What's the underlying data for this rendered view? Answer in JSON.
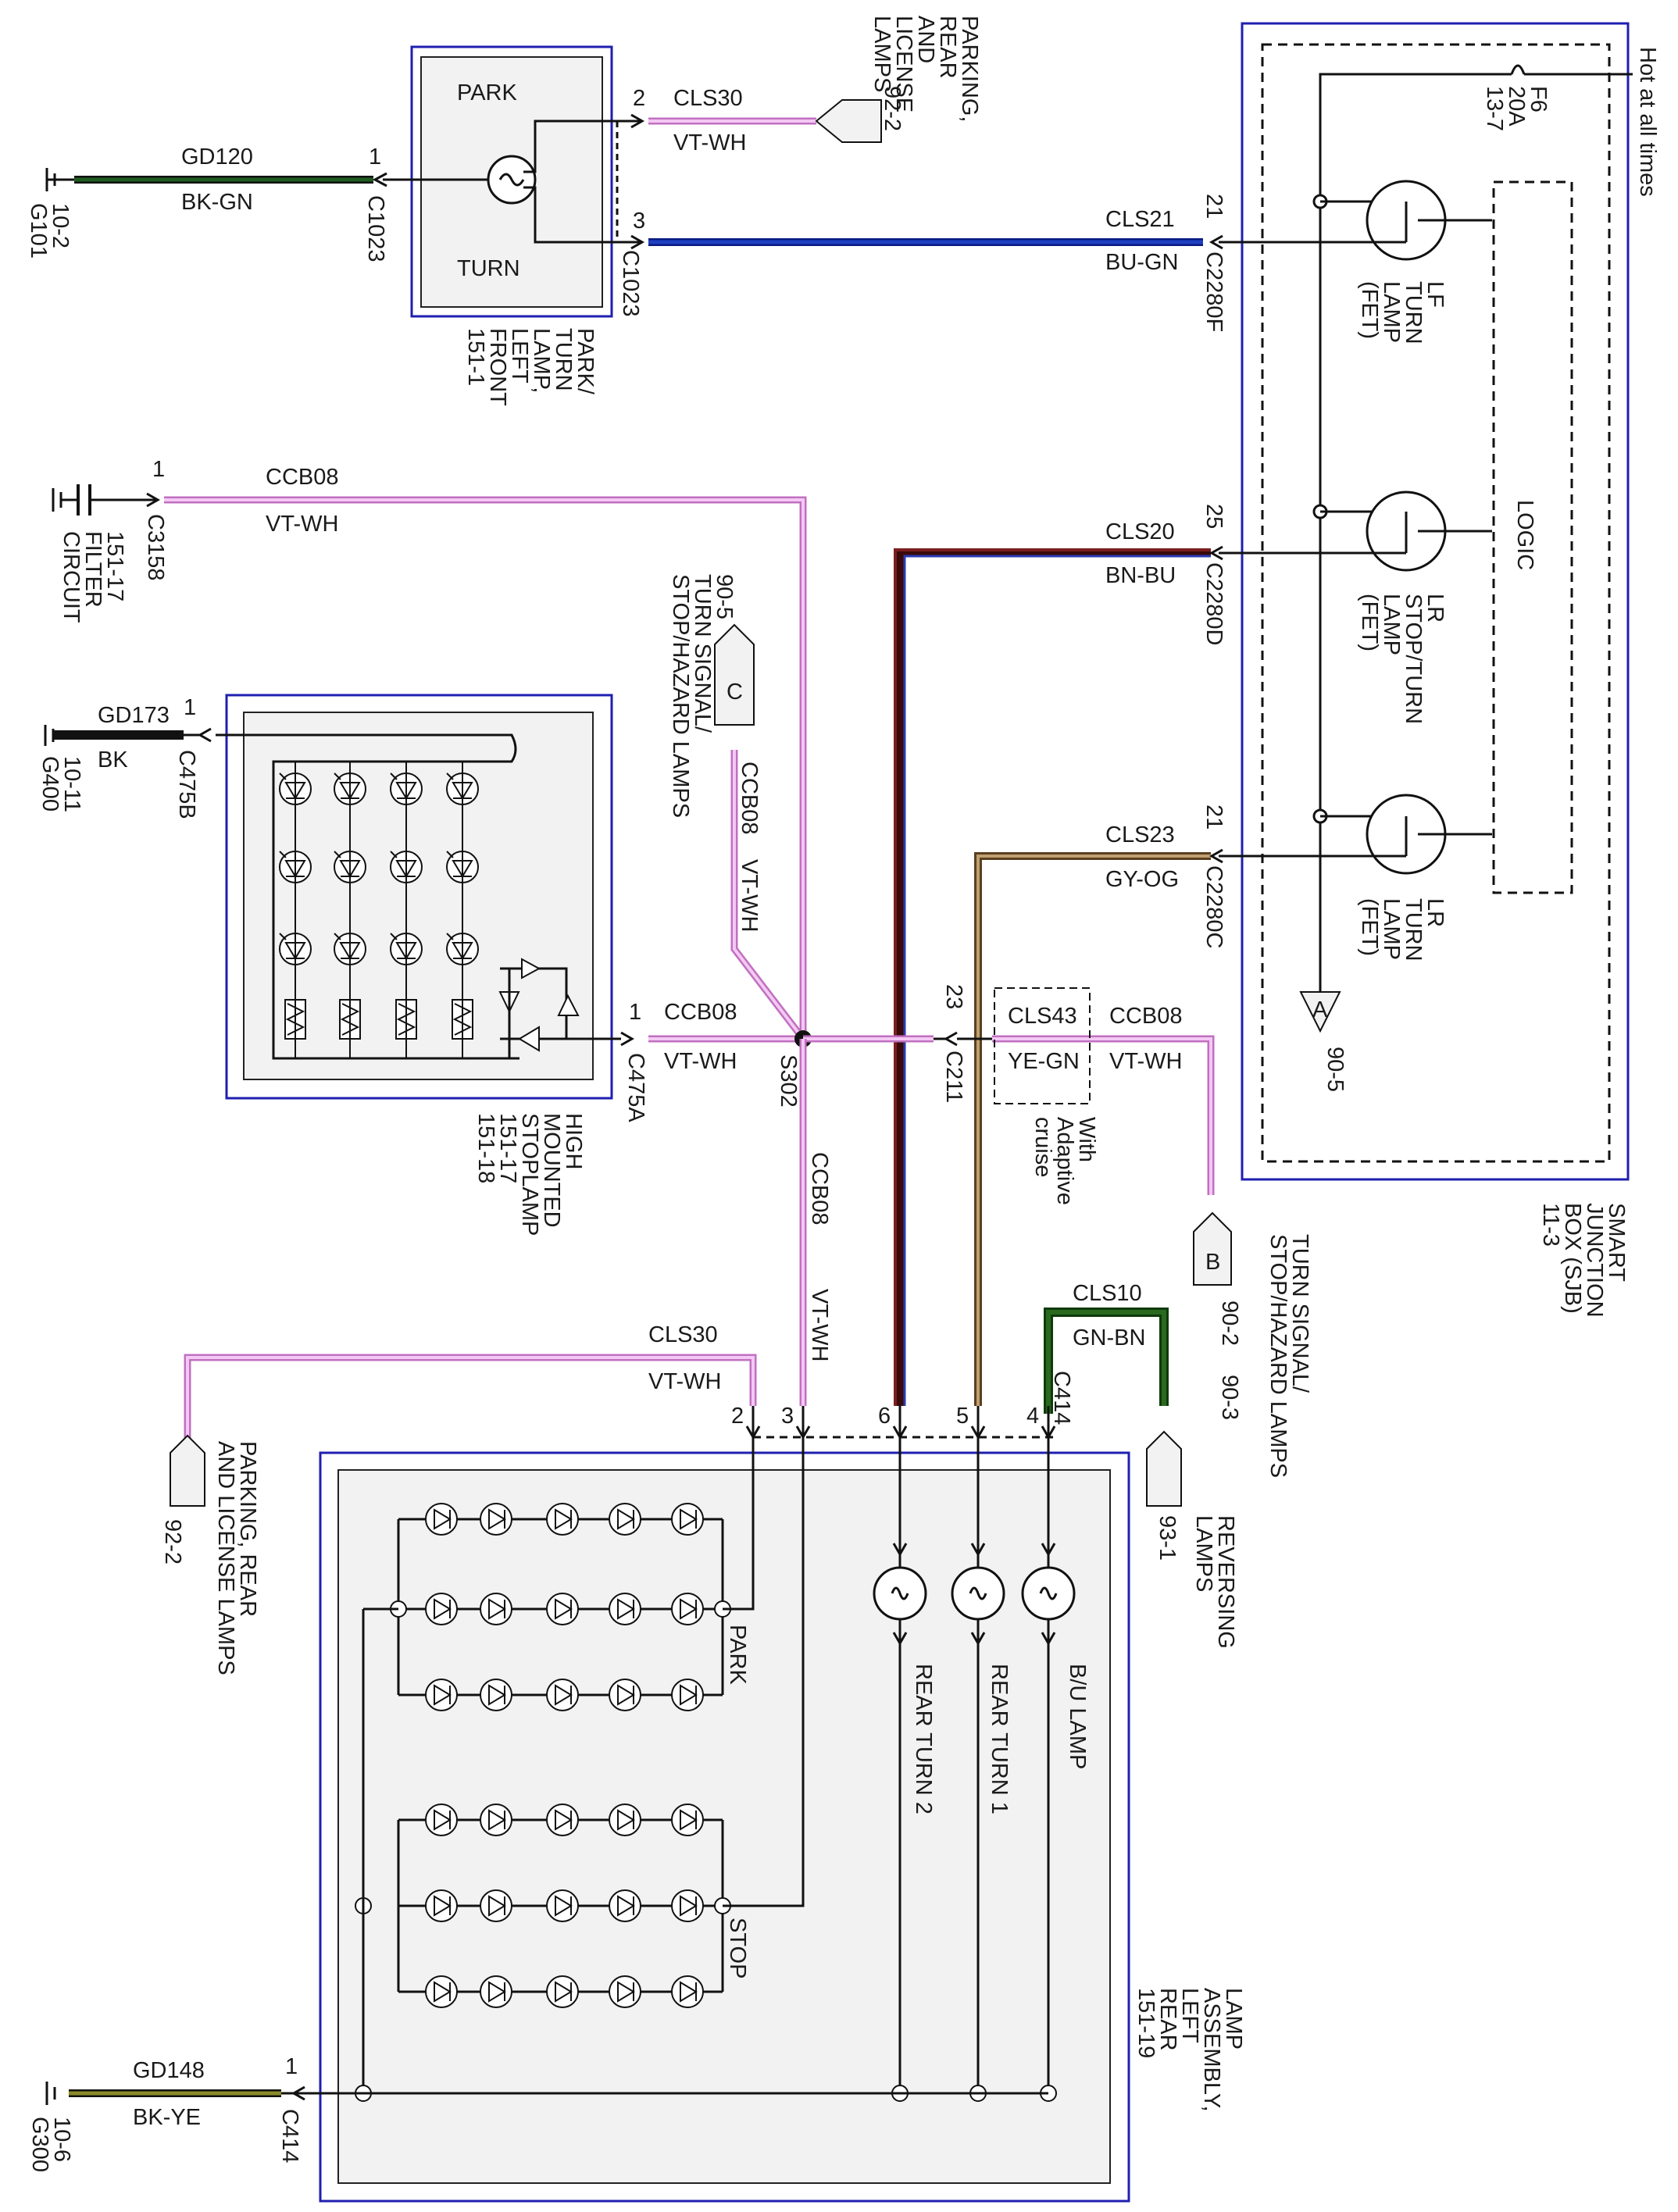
{
  "colors": {
    "vt_wh": "#e8a0e8",
    "bk_gn": "#1f5c1f",
    "bu_gn": "#1f3fc0",
    "bn_bu": "#7a1f1f",
    "gy_og": "#a89060",
    "gn_bn": "#2a6a1f",
    "bk_ye": "#7a7a2a",
    "bk": "#111111",
    "module_border": "#1f1fb0"
  },
  "header": {
    "hot_label": "Hot at all times"
  },
  "park_turn_front": {
    "park": "PARK",
    "turn": "TURN",
    "caption": [
      "PARK/",
      "TURN",
      "LAMP,",
      "LEFT",
      "FRONT",
      "151-1"
    ],
    "pin1": "1",
    "pin2": "2",
    "pin3": "3",
    "connector": "C1023"
  },
  "ground_g101": {
    "id": "G101",
    "ref": "10-2"
  },
  "wire_gd120": {
    "circuit": "GD120",
    "color": "BK-GN",
    "pin": "1",
    "connector": "C1023"
  },
  "wire_cls30_top": {
    "circuit": "CLS30",
    "color": "VT-WH",
    "ref": "92-2",
    "dest": [
      "PARKING,",
      "REAR",
      "AND",
      "LICENSE",
      "LAMPS"
    ]
  },
  "wire_cls21": {
    "circuit": "CLS21",
    "color": "BU-GN",
    "pin": "21",
    "connector": "C2280F"
  },
  "sjb": {
    "fuse": "F6",
    "fuse_amp": "20A",
    "fuse_ref": "13-7",
    "fet1": [
      "LF",
      "TURN",
      "LAMP",
      "(FET)"
    ],
    "fet2": [
      "LR",
      "STOP/TURN",
      "LAMP",
      "(FET)"
    ],
    "fet3": [
      "LR",
      "TURN",
      "LAMP",
      "(FET)"
    ],
    "logic": "LOGIC",
    "ground_a": "A",
    "ground_ref": "90-5",
    "caption": [
      "SMART",
      "JUNCTION",
      "BOX (SJB)",
      "11-3"
    ]
  },
  "circuit_filter": {
    "pin": "1",
    "connector": "C3158",
    "circuit": "CCB08",
    "color": "VT-WH",
    "caption": [
      "CIRCUIT",
      "FILTER",
      "151-17"
    ]
  },
  "wire_cls20": {
    "circuit": "CLS20",
    "color": "BN-BU",
    "pin": "25",
    "connector": "C2280D"
  },
  "turn_signal_c": {
    "ref": "90-5",
    "label": "C",
    "dest": [
      "TURN SIGNAL/",
      "STOP/HAZARD LAMPS"
    ],
    "circuit": "CCB08",
    "color": "VT-WH"
  },
  "ground_g400": {
    "id": "G400",
    "ref": "10-11"
  },
  "wire_gd173": {
    "circuit": "GD173",
    "color": "BK",
    "pin": "1",
    "connector": "C475B"
  },
  "chmsl": {
    "caption": [
      "HIGH",
      "MOUNTED",
      "STOPLAMP",
      "151-17",
      "151-18"
    ],
    "pin": "1",
    "connector": "C475A",
    "circuit": "CCB08",
    "color": "VT-WH"
  },
  "splice": {
    "id": "S302"
  },
  "wire_cls23": {
    "circuit": "CLS23",
    "color": "GY-OG",
    "pin": "21",
    "connector": "C2280C"
  },
  "c211": {
    "pin": "23",
    "connector": "C211",
    "circuit_opt": "CLS43",
    "color_opt": "YE-GN",
    "circuit": "CCB08",
    "color": "VT-WH",
    "note": [
      "With",
      "Adaptive",
      "cruise"
    ]
  },
  "turn_signal_b": {
    "label": "B",
    "ref": "90-2",
    "ref2": "90-3",
    "dest": [
      "TURN SIGNAL/",
      "STOP/HAZARD LAMPS"
    ]
  },
  "vertical_ccb08": {
    "circuit": "CCB08",
    "color": "VT-WH"
  },
  "wire_cls30_bottom": {
    "circuit": "CLS30",
    "color": "VT-WH",
    "ref": "92-2",
    "dest": [
      "PARKING, REAR",
      "AND LICENSE LAMPS"
    ]
  },
  "wire_cls10": {
    "circuit": "CLS10",
    "color": "GN-BN",
    "connector": "C414"
  },
  "reversing": {
    "ref": "93-1",
    "dest": [
      "REVERSING",
      "LAMPS"
    ]
  },
  "rear_lamp": {
    "pins": [
      "2",
      "3",
      "6",
      "5",
      "4"
    ],
    "park": "PARK",
    "stop": "STOP",
    "rear_turn_2": "REAR TURN 2",
    "rear_turn_1": "REAR TURN 1",
    "bu_lamp": "B/U LAMP",
    "caption": [
      "LAMP",
      "ASSEMBLY,",
      "LEFT",
      "REAR",
      "151-19"
    ]
  },
  "ground_g300": {
    "id": "G300",
    "ref": "10-6"
  },
  "wire_gd148": {
    "circuit": "GD148",
    "color": "BK-YE",
    "pin": "1",
    "connector": "C414"
  }
}
